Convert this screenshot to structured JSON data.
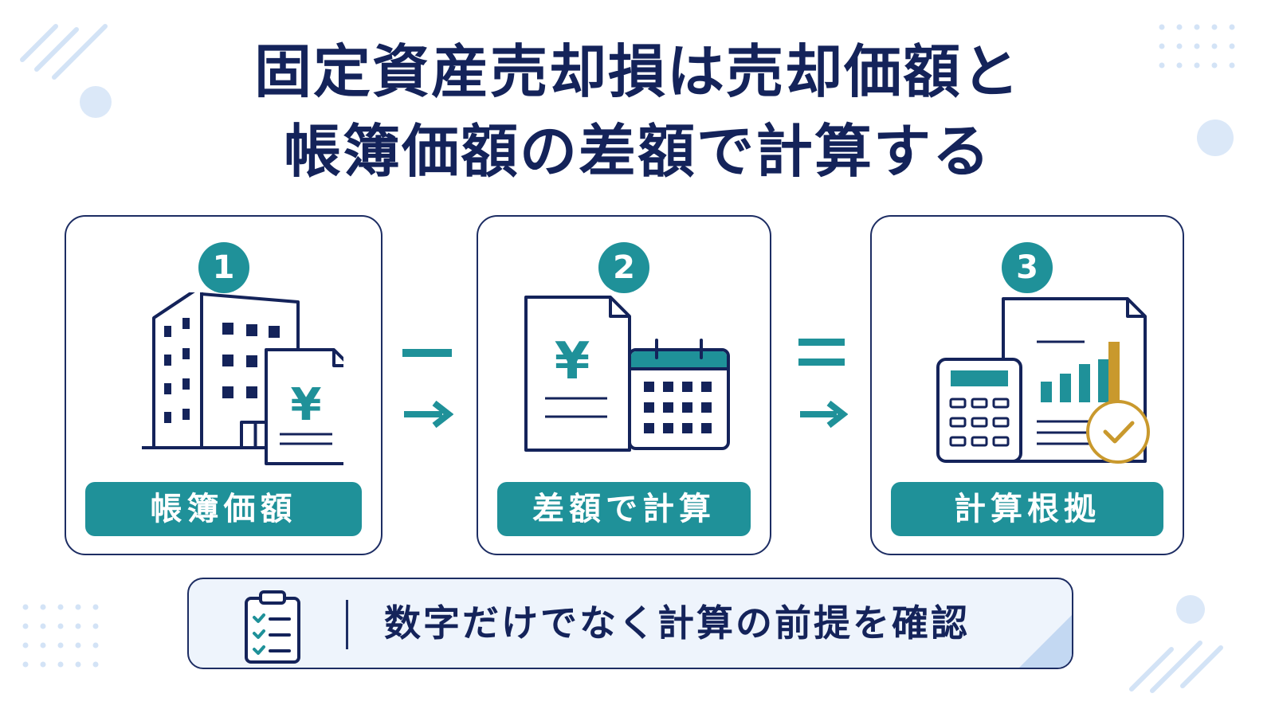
{
  "title": {
    "line1": "固定資産売却損は売却価額と",
    "line2": "帳簿価額の差額で計算する"
  },
  "steps": [
    {
      "number": "1",
      "label": "帳簿価額",
      "icon": "building-yen-document-icon"
    },
    {
      "number": "2",
      "label": "差額で計算",
      "icon": "yen-document-calendar-icon"
    },
    {
      "number": "3",
      "label": "計算根拠",
      "icon": "calculator-report-check-icon"
    }
  ],
  "operators": [
    "minus-arrow-icon",
    "equals-arrow-icon"
  ],
  "footer": {
    "icon": "checklist-clipboard-icon",
    "text": "数字だけでなく計算の前提を確認"
  },
  "colors": {
    "navy": "#14235a",
    "teal": "#1f9199",
    "gold": "#c9992d",
    "light_blue": "#dbe8f8",
    "footer_bg": "#eef4fc"
  }
}
